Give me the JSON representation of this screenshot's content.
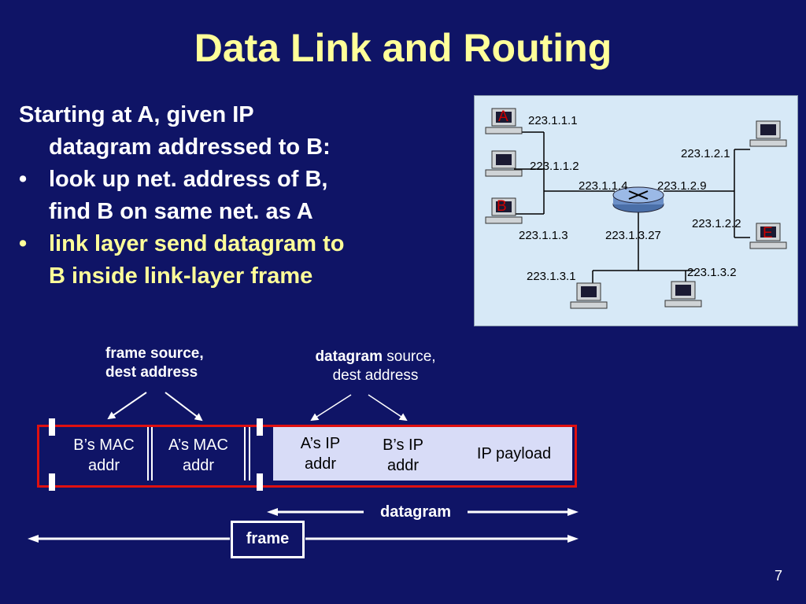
{
  "title": "Data Link and Routing",
  "intro_line1": "Starting at A, given IP",
  "intro_line2": "datagram addressed to B:",
  "bullets": [
    {
      "line1": "look up net. address of B,",
      "line2": "find B on same net. as A"
    },
    {
      "line1": "link layer send datagram to",
      "line2": "B inside link-layer frame"
    }
  ],
  "bullet_symbol": "•",
  "network": {
    "host_labels": {
      "a": "A",
      "b": "B",
      "e": "E"
    },
    "ips": [
      "223.1.1.1",
      "223.1.1.2",
      "223.1.1.4",
      "223.1.2.9",
      "223.1.2.1",
      "223.1.2.2",
      "223.1.1.3",
      "223.1.3.27",
      "223.1.3.1",
      "223.1.3.2"
    ]
  },
  "captions": {
    "frame_src_line1": "frame source,",
    "frame_src_line2": "dest address",
    "dg_src_bold": "datagram",
    "dg_src_rest": " source,",
    "dg_src_line2": "dest address"
  },
  "frame_cells": {
    "b_mac_1": "B’s MAC",
    "b_mac_2": "addr",
    "a_mac_1": "A’s MAC",
    "a_mac_2": "addr",
    "a_ip_1": "A’s IP",
    "a_ip_2": "addr",
    "b_ip_1": "B’s IP",
    "b_ip_2": "addr",
    "payload": "IP payload"
  },
  "spans": {
    "datagram": "datagram",
    "frame": "frame"
  },
  "page_number": "7",
  "colors": {
    "background": "#0f1466",
    "title": "#ffff99",
    "frame_border": "#e01010",
    "datagram_fill": "#d8dcf7",
    "net_bg": "#d7e9f7"
  }
}
